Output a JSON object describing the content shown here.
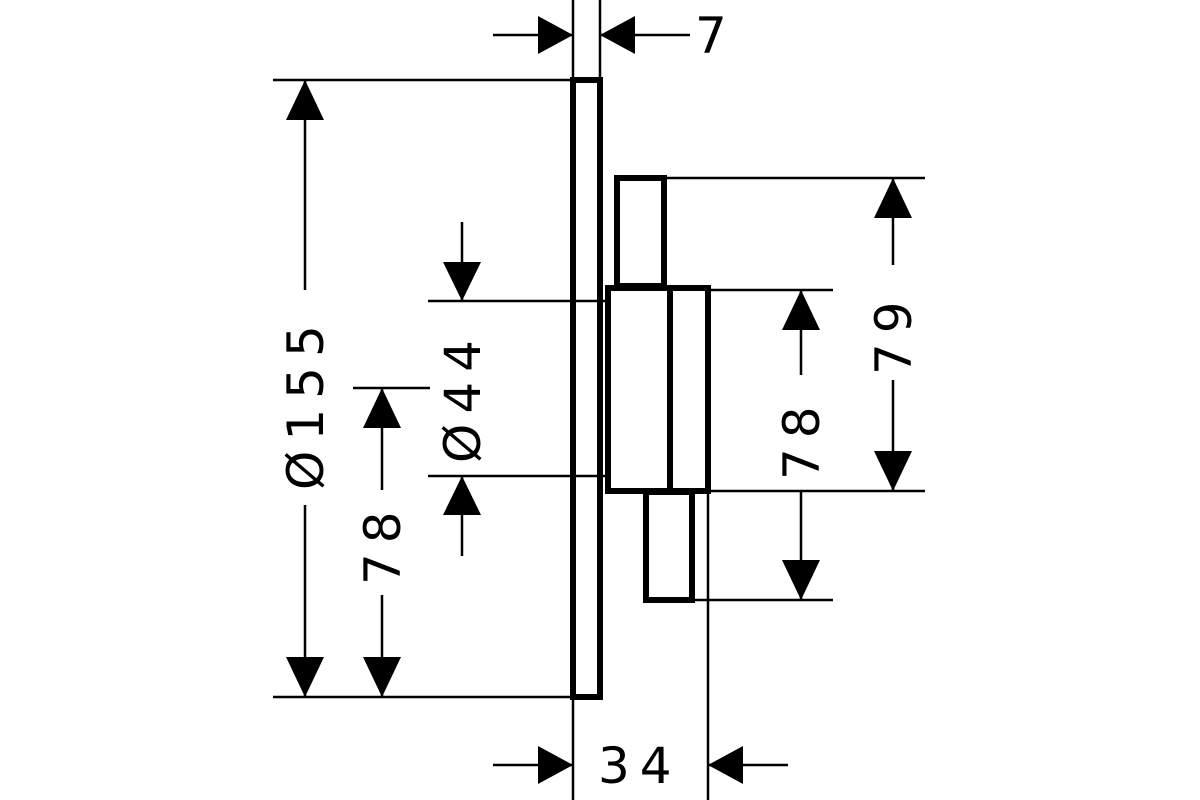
{
  "drawing": {
    "type": "technical dimension drawing",
    "line_color": "#000000",
    "background": "#ffffff"
  },
  "dimensions": {
    "top_thickness": "7",
    "overall_diameter": "Ø155",
    "left_offset": "78",
    "center_diameter": "Ø44",
    "right_inner": "78",
    "right_outer": "79",
    "bottom_depth": "34"
  }
}
